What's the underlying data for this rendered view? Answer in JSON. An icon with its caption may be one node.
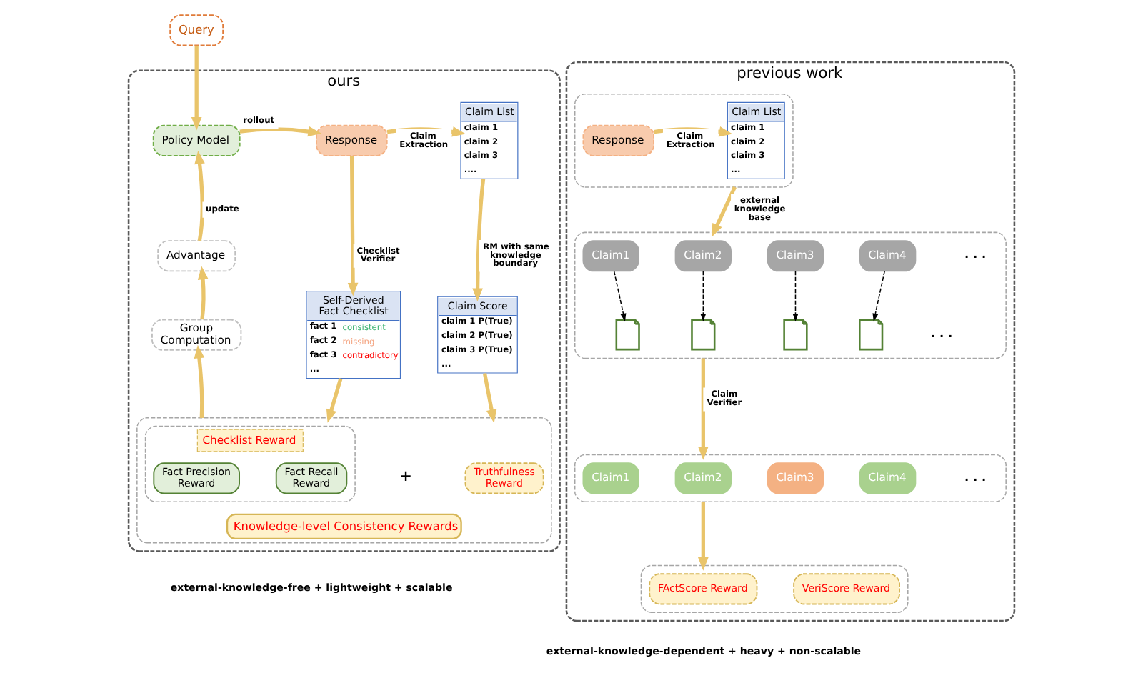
{
  "diagram": {
    "nodes": [
      {
        "text": [
          "Query"
        ]
      },
      {
        "text": [
          "ours"
        ],
        "beside": [
          "external-knowledge-free + lightweight + scalable"
        ]
      },
      {
        "text": [
          "Policy Model"
        ],
        "in": 1
      },
      {
        "text": [
          "Response"
        ],
        "in": 1
      },
      {
        "text": [
          "Claim List",
          "claim 1",
          "claim 2",
          "claim 3",
          "...."
        ],
        "in": 1
      },
      {
        "text": [
          "Advantage"
        ],
        "in": 1
      },
      {
        "text": [
          "Group Computation"
        ],
        "in": 1
      },
      {
        "text": [
          "Self-Derived Fact Checklist",
          "fact 1",
          "consistent",
          "fact 2",
          "missing",
          "fact 3",
          "contradictory",
          "..."
        ],
        "in": 1
      },
      {
        "text": [
          "Claim Score",
          "claim 1 P(True)",
          "claim 2 P(True)",
          "claim 3 P(True)",
          "..."
        ],
        "in": 1
      },
      {
        "text": [
          "Knowledge-level Consistency Rewards"
        ],
        "in": 1
      },
      {
        "text": [
          "Checklist Reward"
        ],
        "in": 9
      },
      {
        "text": [
          "Fact Precision Reward"
        ],
        "in": 10
      },
      {
        "text": [
          "Fact Recall Reward"
        ],
        "in": 10
      },
      {
        "text": [
          "Truthfulness Reward"
        ],
        "in": 9
      },
      {
        "text": [
          "previous work"
        ],
        "beside": [
          "external-knowledge-dependent + heavy + non-scalable"
        ]
      },
      {
        "text": [],
        "shape": "box",
        "in": 14
      },
      {
        "text": [
          "Response"
        ],
        "in": 15
      },
      {
        "text": [
          "Claim List",
          "claim 1",
          "claim 2",
          "claim 3",
          "..."
        ],
        "in": 15
      },
      {
        "text": [],
        "shape": "box",
        "in": 14
      },
      {
        "text": [
          "Claim1"
        ],
        "in": 18
      },
      {
        "text": [
          "Claim2"
        ],
        "in": 18
      },
      {
        "text": [
          "Claim3"
        ],
        "in": 18
      },
      {
        "text": [
          "Claim4"
        ],
        "in": 18
      },
      {
        "text": [],
        "shape": "document",
        "in": 18
      },
      {
        "text": [],
        "shape": "document",
        "in": 18
      },
      {
        "text": [],
        "shape": "document",
        "in": 18
      },
      {
        "text": [],
        "shape": "document",
        "in": 18
      },
      {
        "text": [],
        "shape": "box",
        "in": 14
      },
      {
        "text": [
          "Claim1"
        ],
        "in": 27
      },
      {
        "text": [
          "Claim2"
        ],
        "in": 27
      },
      {
        "text": [
          "Claim3"
        ],
        "in": 27
      },
      {
        "text": [
          "Claim4"
        ],
        "in": 27
      },
      {
        "text": [],
        "shape": "box",
        "in": 14
      },
      {
        "text": [
          "FActScore Reward"
        ],
        "in": 32
      },
      {
        "text": [
          "VeriScore Reward"
        ],
        "in": 32
      }
    ],
    "edges": [
      {
        "from": 0,
        "to": 2,
        "arrow": "to"
      },
      {
        "from": 2,
        "to": 3,
        "arrow": "to",
        "label": "rollout"
      },
      {
        "from": 3,
        "to": 4,
        "arrow": "to",
        "label": "Claim Extraction"
      },
      {
        "from": 3,
        "to": 7,
        "arrow": "to",
        "label": "Checklist Verifier"
      },
      {
        "from": 4,
        "to": 8,
        "arrow": "to",
        "label": "RM with same knowledge boundary"
      },
      {
        "from": 7,
        "to": 9,
        "arrow": "to"
      },
      {
        "from": 8,
        "to": 9,
        "arrow": "to"
      },
      {
        "from": 9,
        "to": 6,
        "arrow": "to"
      },
      {
        "from": 6,
        "to": 5,
        "arrow": "to"
      },
      {
        "from": 5,
        "to": 2,
        "arrow": "to",
        "label": "update"
      },
      {
        "from": 16,
        "to": 17,
        "arrow": "to",
        "label": "Claim Extraction"
      },
      {
        "from": 15,
        "to": 18,
        "arrow": "to",
        "label": "external knowledge base"
      },
      {
        "from": 19,
        "to": 23,
        "arrow": "to",
        "style": "dashed",
        "color": "#000000"
      },
      {
        "from": 20,
        "to": 24,
        "arrow": "to",
        "style": "dashed",
        "color": "#000000"
      },
      {
        "from": 21,
        "to": 25,
        "arrow": "to",
        "style": "dashed",
        "color": "#000000"
      },
      {
        "from": 22,
        "to": 26,
        "arrow": "to",
        "style": "dashed",
        "color": "#000000"
      },
      {
        "from": 18,
        "to": 27,
        "arrow": "to",
        "label": "Claim Verifier"
      },
      {
        "from": 27,
        "to": 32,
        "arrow": "to"
      }
    ],
    "labels": [
      "+",
      ". . .",
      ". . .",
      ". . ."
    ]
  }
}
